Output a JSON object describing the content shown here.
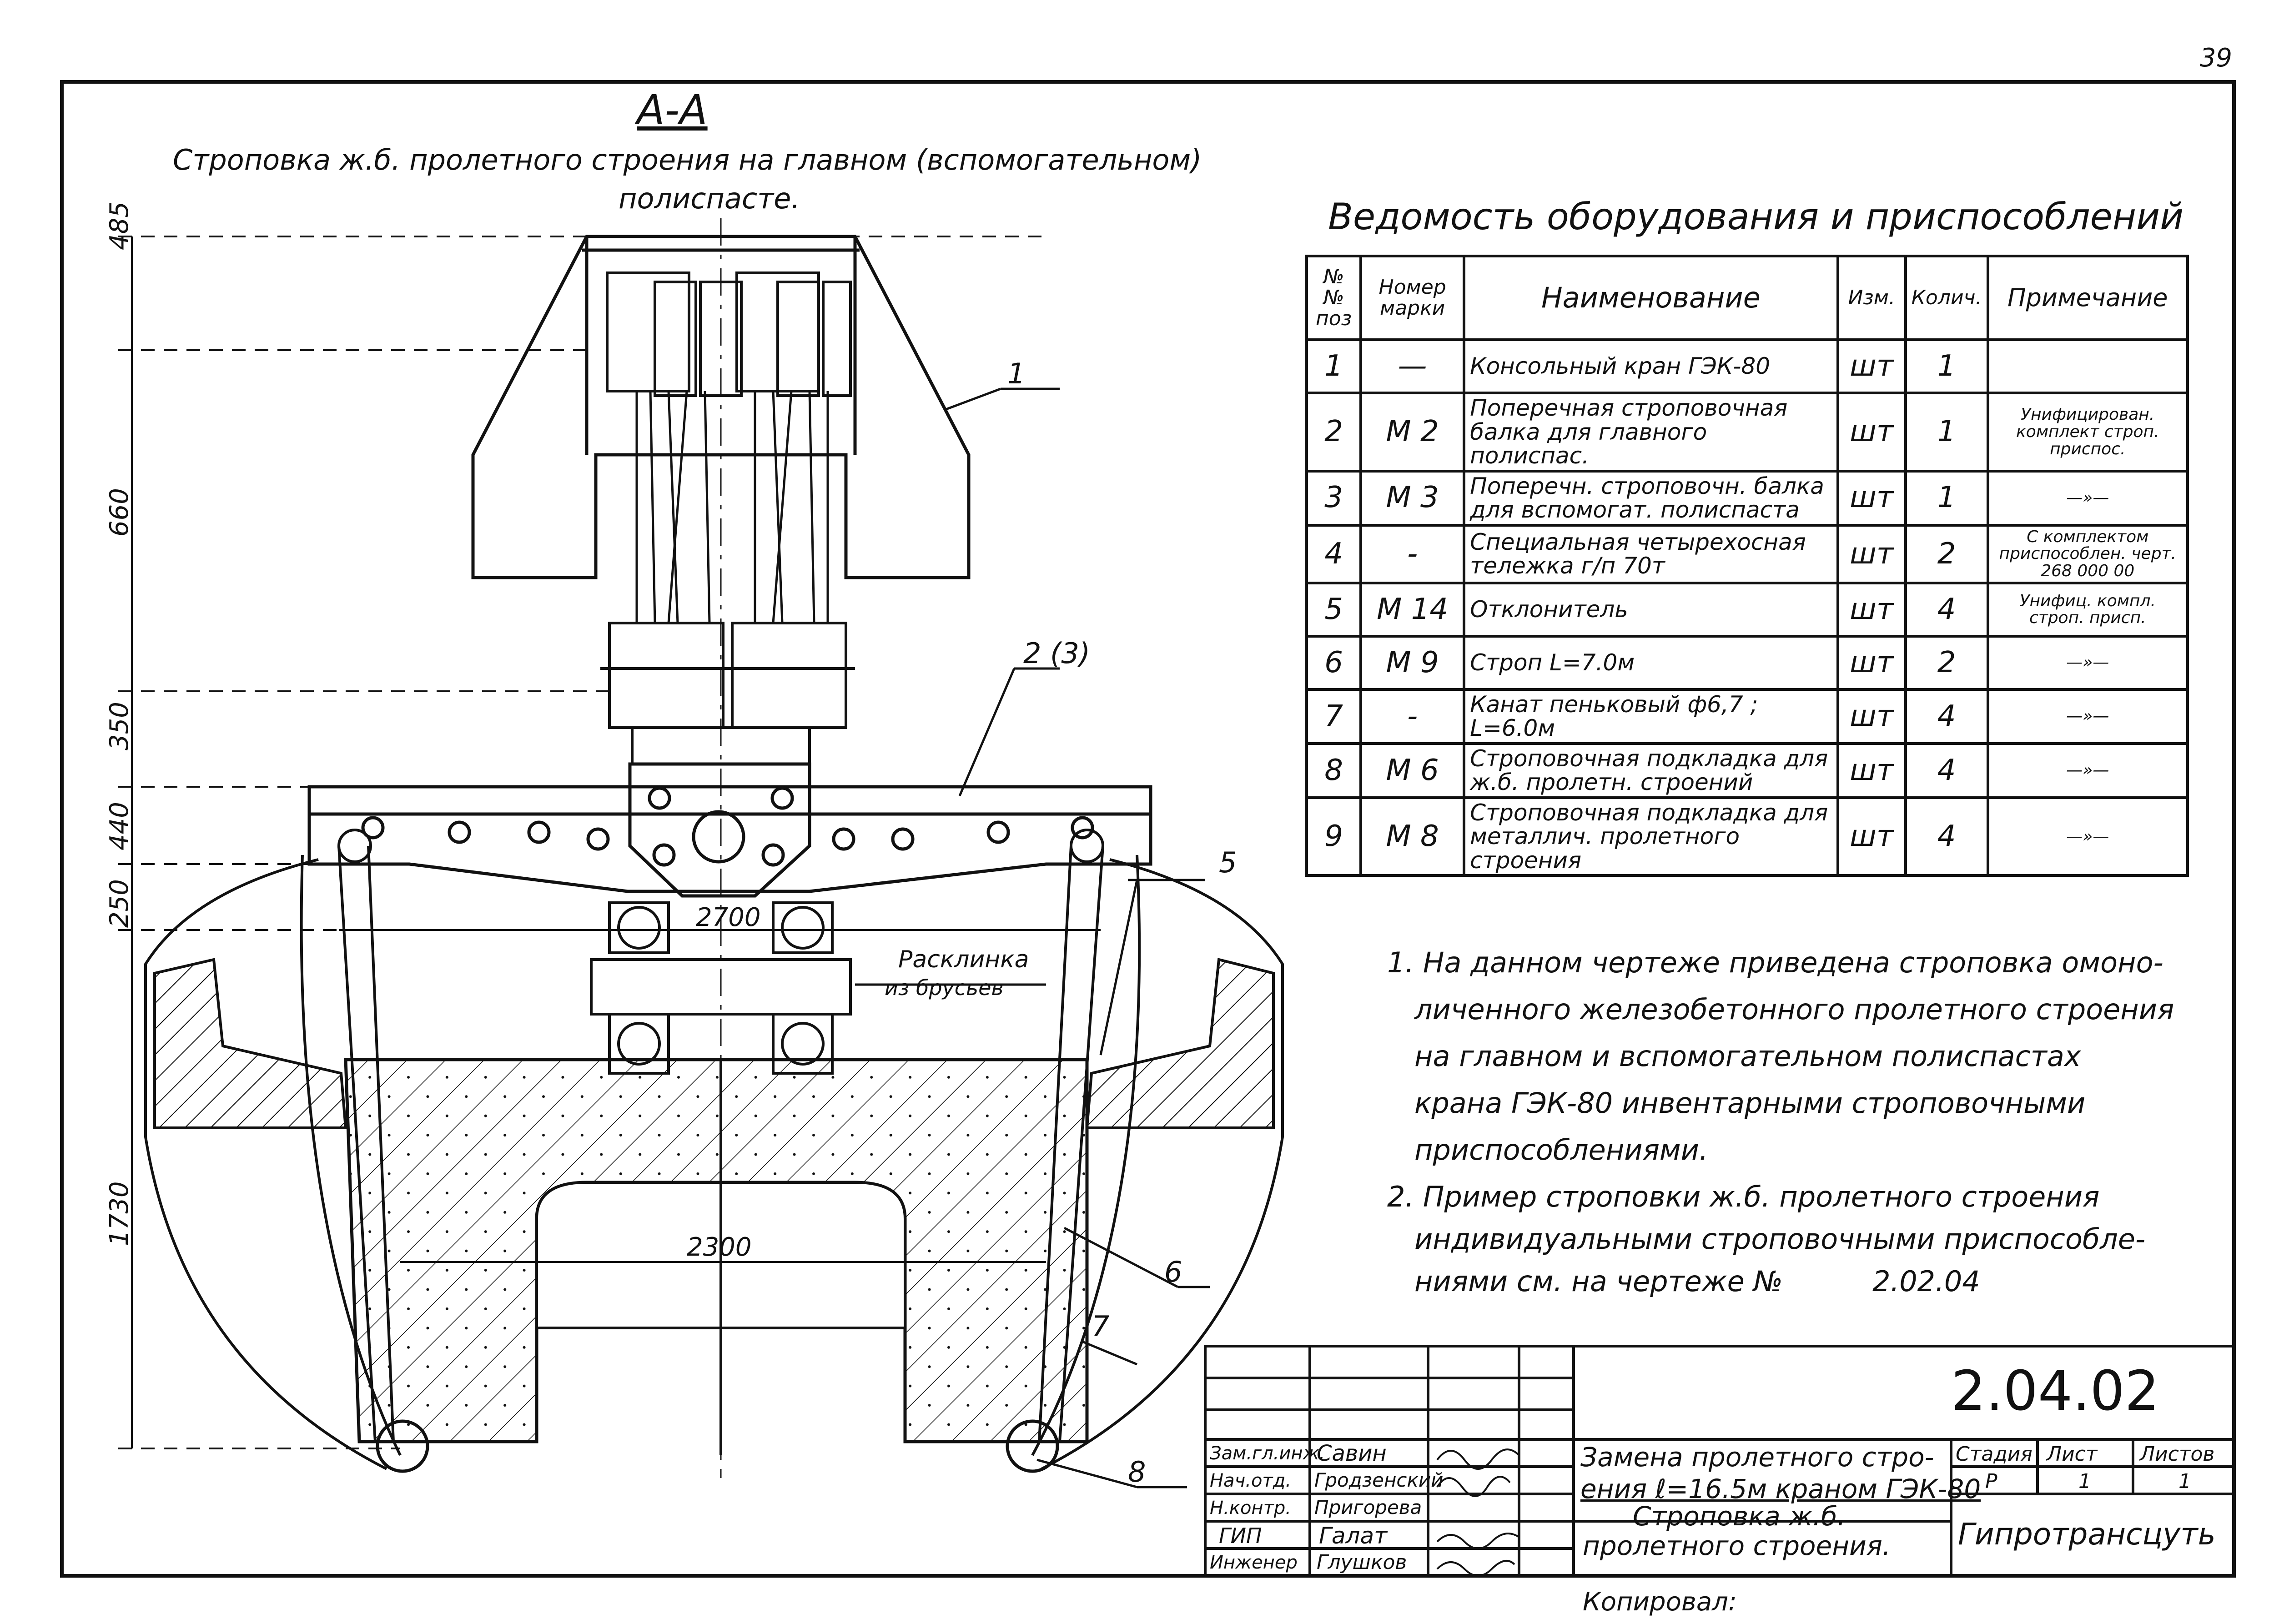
{
  "page_number": "39",
  "section": {
    "label": "А-А",
    "caption_line1": "Строповка ж.б. пролетного строения на главном (вспомогательном)",
    "caption_line2": "полиспасте."
  },
  "equipment_table": {
    "title": "Ведомость оборудования и приспособлений",
    "headers": [
      "№ № поз",
      "Номер марки",
      "Наименование",
      "Изм.",
      "Колич.",
      "Примечание"
    ],
    "rows": [
      {
        "pos": "1",
        "mark": "—",
        "name": "Консольный кран ГЭК-80",
        "unit": "шт",
        "qty": "1",
        "note": ""
      },
      {
        "pos": "2",
        "mark": "М 2",
        "name": "Поперечная строповочная балка для главного полиспас.",
        "unit": "шт",
        "qty": "1",
        "note": "Унифицирован. комплект строп. приспос."
      },
      {
        "pos": "3",
        "mark": "М 3",
        "name": "Поперечн. строповочн. балка для вспомогат. полиспаста",
        "unit": "шт",
        "qty": "1",
        "note": "—»—"
      },
      {
        "pos": "4",
        "mark": "-",
        "name": "Специальная четырехосная тележка г/п 70т",
        "unit": "шт",
        "qty": "2",
        "note": "С комплектом приспособлен. черт. 268 000 00"
      },
      {
        "pos": "5",
        "mark": "М 14",
        "name": "Отклонитель",
        "unit": "шт",
        "qty": "4",
        "note": "Унифиц. компл. строп. присп."
      },
      {
        "pos": "6",
        "mark": "М 9",
        "name": "Строп L=7.0м",
        "unit": "шт",
        "qty": "2",
        "note": "—»—"
      },
      {
        "pos": "7",
        "mark": "-",
        "name": "Канат пеньковый ф6,7 ; L=6.0м",
        "unit": "шт",
        "qty": "4",
        "note": "—»—"
      },
      {
        "pos": "8",
        "mark": "М 6",
        "name": "Строповочная подкладка для ж.б. пролетн. строений",
        "unit": "шт",
        "qty": "4",
        "note": "—»—"
      },
      {
        "pos": "9",
        "mark": "М 8",
        "name": "Строповочная подкладка для металлич. пролетного строения",
        "unit": "шт",
        "qty": "4",
        "note": "—»—"
      }
    ]
  },
  "notes": [
    "1. На данном чертеже приведена строповка омоно-",
    "личенного железобетонного пролетного строения",
    "на главном и вспомогательном полиспастах",
    "крана ГЭК-80 инвентарными строповочными",
    "приспособлениями.",
    "2. Пример строповки ж.б. пролетного строения",
    "индивидуальными строповочными приспособле-",
    "ниями см. на чертеже №          2.02.04"
  ],
  "dimensions": {
    "left": [
      "485",
      "660",
      "350",
      "440",
      "250",
      "1730"
    ],
    "width_top": "2700",
    "width_bottom": "2300"
  },
  "callouts": [
    "1",
    "2 (3)",
    "5",
    "6",
    "7",
    "8"
  ],
  "wedge_label_line1": "Расклинка",
  "wedge_label_line2": "из брусьев",
  "title_block": {
    "drawing_number": "2.04.02",
    "title_line1": "Замена пролетного стро-",
    "title_line2": "ения ℓ=16.5м краном ГЭК-80",
    "subtitle_line1": "Строповка ж.б.",
    "subtitle_line2": "пролетного строения.",
    "stage_label": "Стадия",
    "sheet_label": "Лист",
    "sheets_label": "Листов",
    "stage": "Р",
    "sheet": "1",
    "sheets": "1",
    "organization": "Гипротрансцуть",
    "signatures": [
      {
        "role": "Зам.гл.инж.",
        "name": "Савин"
      },
      {
        "role": "Нач.отд.",
        "name": "Гродзенский"
      },
      {
        "role": "Н.контр.",
        "name": "Пригорева"
      },
      {
        "role": "ГИП",
        "name": "Галат"
      },
      {
        "role": "Инженер",
        "name": "Глушков"
      }
    ],
    "copied": "Копировал:"
  },
  "colors": {
    "ink": "#111111",
    "paper": "#ffffff"
  }
}
